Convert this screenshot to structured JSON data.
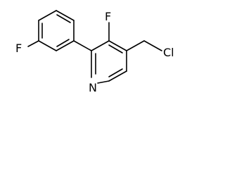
{
  "molecule": {
    "atoms": {
      "ring_nitrogen": "N",
      "fluoro_pyridine": "F",
      "fluoro_phenyl": "F",
      "chloro": "Cl"
    }
  }
}
